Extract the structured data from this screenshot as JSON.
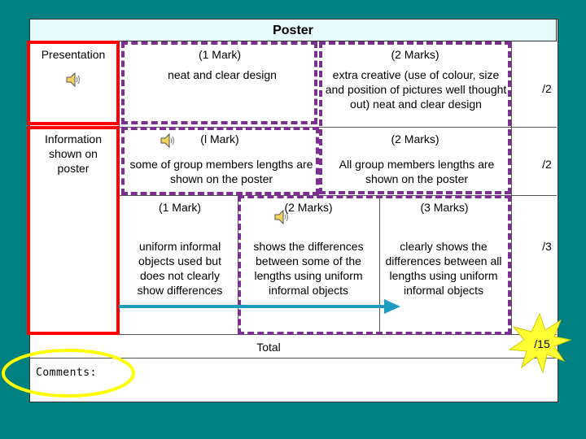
{
  "title": "Poster",
  "rows": {
    "presentation": {
      "label": "Presentation",
      "low_header": "(1 Mark)",
      "high_header": "(2 Marks)",
      "low_text": "neat and clear design",
      "high_text": "extra creative (use of colour, size and position of pictures well thought out) neat and clear design",
      "score": "/2"
    },
    "information": {
      "label": "Information shown on poster",
      "low_header": "(l Mark)",
      "high_header": "(2 Marks)",
      "low_text": "some of group  members lengths are shown on the poster",
      "high_text": "All group members lengths are shown on the poster",
      "score": "/2"
    },
    "comparison": {
      "h1": "(1 Mark)",
      "h2": "(2 Marks)",
      "h3": "(3 Marks)",
      "t1": "uniform informal objects used but does not clearly show differences",
      "t2": "shows the differences between some of the lengths using uniform informal objects",
      "t3": "clearly shows the differences between all lengths using uniform informal objects",
      "score": "/3"
    }
  },
  "total_label": "Total",
  "total_score": "/15",
  "comments_label": "Comments:",
  "icons": {
    "speaker": "speaker-icon",
    "arrow": "right-arrow",
    "burst": "star-burst"
  },
  "colors": {
    "background": "#008080",
    "red_box": "#ff0000",
    "dashed_box": "#7b2f8f",
    "arrow": "#1e9bbf",
    "burst": "#ffff33",
    "oval": "#ffff00"
  }
}
